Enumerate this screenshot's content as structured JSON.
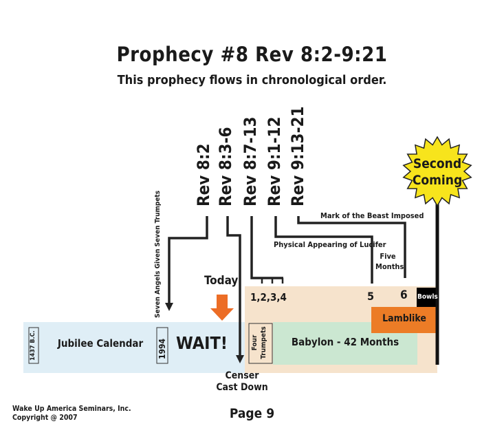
{
  "title": "Prophecy #8   Rev 8:2-9:21",
  "subtitle": "This prophecy flows in chronological order.",
  "references": [
    "Rev 8:2",
    "Rev 8:3-6",
    "Rev 8:7-13",
    "Rev 9:1-12",
    "Rev 9:13-21"
  ],
  "second_coming": "Second Coming",
  "labels": {
    "seven_angels": "Seven Angels Given Seven Trumpets",
    "mark": "Mark of the Beast Imposed",
    "lucifer": "Physical Appearing of Lucifer",
    "five_months": "Five Months",
    "today": "Today",
    "censer": "Censer Cast Down",
    "trumpets_1_4": "1,2,3,4",
    "trumpet_5": "5",
    "trumpet_6": "6",
    "bowls": "Bowls",
    "lamblike": "Lamblike",
    "babylon": "Babylon - 42 Months",
    "four_trumpets": "Four Trumpets",
    "jubilee": "Jubilee Calendar",
    "year_start": "1437 B.C.",
    "year_end": "1994",
    "wait": "WAIT!"
  },
  "colors": {
    "jubilee_band": "#dfeef6",
    "trumpet_period": "#f6e3cc",
    "babylon_band": "#cbe7d1",
    "lamblike": "#ec7c26",
    "today_arrow": "#ec6d26",
    "sun": "#f7e41c",
    "bowls": "#000000"
  },
  "footer": {
    "publisher": "Wake Up America Seminars, Inc.",
    "copyright": "Copyright @ 2007",
    "page": "Page 9"
  }
}
